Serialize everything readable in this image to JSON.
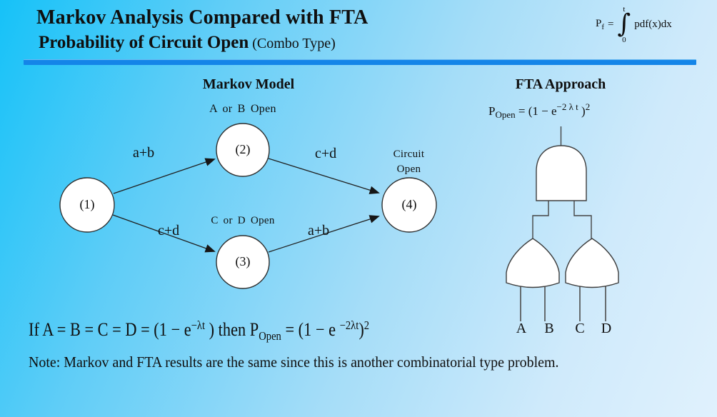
{
  "header": {
    "title": "Markov Analysis Compared with FTA",
    "subtitle": "Probability of Circuit Open",
    "subtitle_suffix": " (Combo Type)"
  },
  "pf_formula": {
    "lhs": "P",
    "lhs_sub": "f",
    "equals": "=",
    "upper_limit": "t",
    "integral": "∫",
    "lower_limit": "0",
    "integrand": "pdf(x)dx"
  },
  "markov": {
    "heading": "Markov Model",
    "states": {
      "s1": "(1)",
      "s2": "(2)",
      "s3": "(3)",
      "s4": "(4)"
    },
    "state_labels": {
      "s2": "A or B Open",
      "s3": "C or D Open",
      "s4": "Circuit\nOpen"
    },
    "edges": {
      "e12": "a+b",
      "e13": "c+d",
      "e24": "c+d",
      "e34": "a+b"
    }
  },
  "fta": {
    "heading": "FTA Approach",
    "formula": {
      "lhs": "P",
      "lhs_sub": "Open",
      "body": " = (1 − e",
      "exponent": "−2 λ t",
      "close": " )",
      "outer_exp": "2"
    },
    "inputs": [
      "A",
      "B",
      "C",
      "D"
    ]
  },
  "conclusion": {
    "part1": "If A = B = C = D = (1 − e",
    "exp1": "−λt",
    "part2": " ) then P",
    "sub1": "Open",
    "part3": " = (1 − e ",
    "exp2": "−2λt",
    "part4": ")",
    "exp3": "2",
    "note": "Note: Markov and FTA results are the same since this is another combinatorial type problem."
  },
  "colors": {
    "accent_rule": "#1485e8",
    "bg_top_left": "#16c2f8",
    "bg_bottom_right": "#e0f1fd",
    "ink": "#0f0f0f",
    "shape_fill": "#ffffff",
    "shape_stroke": "#2e2e2e"
  }
}
